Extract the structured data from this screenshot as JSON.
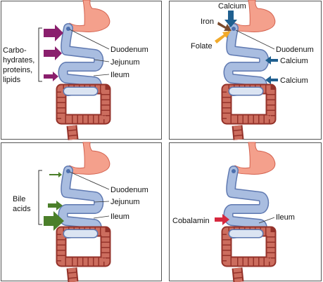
{
  "panels": [
    {
      "id": "macronutrients",
      "side_label_lines": [
        "Carbo-",
        "hydrates,",
        "proteins,",
        "lipids"
      ],
      "labels": {
        "duodenum": "Duodenum",
        "jejunum": "Jejunum",
        "ileum": "Ileum"
      }
    },
    {
      "id": "minerals",
      "labels": {
        "calcium_top": "Calcium",
        "iron": "Iron",
        "folate": "Folate",
        "duodenum": "Duodenum",
        "calcium_jejunum": "Calcium",
        "calcium_ileum": "Calcium"
      }
    },
    {
      "id": "bile-acids",
      "side_label_lines": [
        "Bile",
        "acids"
      ],
      "labels": {
        "duodenum": "Duodenum",
        "jejunum": "Jejunum",
        "ileum": "Ileum"
      }
    },
    {
      "id": "cobalamin",
      "labels": {
        "cobalamin": "Cobalamin",
        "ileum": "Ileum"
      }
    }
  ],
  "colors": {
    "stomach": "#f4a08c",
    "stomach_dark": "#d4624f",
    "intestine": "#a9bde0",
    "intestine_dark": "#5f79b1",
    "colon": "#cc6d5e",
    "colon_dark": "#94322a",
    "purple": "#8a1f6d",
    "blue": "#1f5f8f",
    "brown": "#7a4a2c",
    "orange": "#f2aa2a",
    "green": "#4b7f2a",
    "red": "#d6283e"
  }
}
